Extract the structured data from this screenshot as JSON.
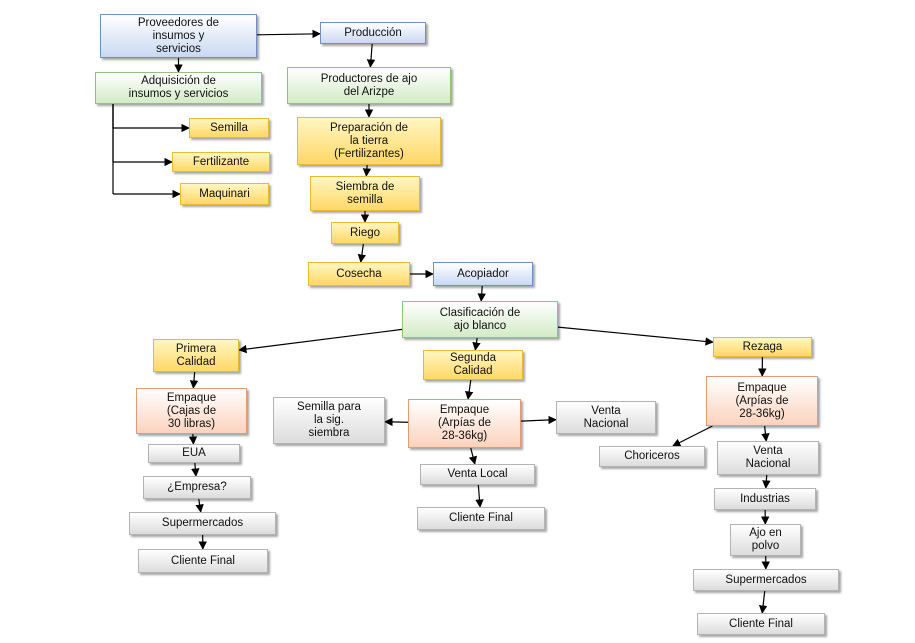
{
  "nodes": {
    "proveedores": {
      "label": "Proveedores de\ninsumos y\nservicios",
      "color": "blue"
    },
    "produccion": {
      "label": "Producción",
      "color": "blue"
    },
    "adquisicion": {
      "label": "Adquisición de\ninsumos y servicios",
      "color": "green"
    },
    "productores": {
      "label": "Productores de ajo\ndel Arizpe",
      "color": "green"
    },
    "semilla": {
      "label": "Semilla",
      "color": "yellow"
    },
    "fertilizante": {
      "label": "Fertilizante",
      "color": "yellow"
    },
    "maquinari": {
      "label": "Maquinari",
      "color": "yellow"
    },
    "preparacion": {
      "label": "Preparación de\nla tierra\n(Fertilizantes)",
      "color": "yellow"
    },
    "siembra": {
      "label": "Siembra de\nsemilla",
      "color": "yellow"
    },
    "riego": {
      "label": "Riego",
      "color": "yellow"
    },
    "cosecha": {
      "label": "Cosecha",
      "color": "yellow"
    },
    "acopiador": {
      "label": "Acopiador",
      "color": "blue"
    },
    "clasificacion": {
      "label": "Clasificación de\najo blanco",
      "color": "green"
    },
    "primera": {
      "label": "Primera\nCalidad",
      "color": "yellow"
    },
    "segunda": {
      "label": "Segunda\nCalidad",
      "color": "yellow"
    },
    "rezaga": {
      "label": "Rezaga",
      "color": "yellow"
    },
    "empaque1": {
      "label": "Empaque\n(Cajas de\n30 libras)",
      "color": "orange"
    },
    "empaque2": {
      "label": "Empaque\n(Arpías de\n28-36kg)",
      "color": "orange"
    },
    "empaque3": {
      "label": "Empaque\n(Arpías de\n28-36kg)",
      "color": "orange"
    },
    "semilla_sig": {
      "label": "Semilla para\nla sig.\nsiembra",
      "color": "gray"
    },
    "venta_nac2": {
      "label": "Venta\nNacional",
      "color": "gray"
    },
    "venta_local": {
      "label": "Venta Local",
      "color": "gray"
    },
    "cliente2": {
      "label": "Cliente Final",
      "color": "gray"
    },
    "eua": {
      "label": "EUA",
      "color": "gray"
    },
    "empresa": {
      "label": "¿Empresa?",
      "color": "gray"
    },
    "super1": {
      "label": "Supermercados",
      "color": "gray"
    },
    "cliente1": {
      "label": "Cliente Final",
      "color": "gray"
    },
    "choriceros": {
      "label": "Choriceros",
      "color": "gray"
    },
    "venta_nac3": {
      "label": "Venta\nNacional",
      "color": "gray"
    },
    "industrias": {
      "label": "Industrias",
      "color": "gray"
    },
    "ajo_polvo": {
      "label": "Ajo en\npolvo",
      "color": "gray"
    },
    "super3": {
      "label": "Supermercados",
      "color": "gray"
    },
    "cliente3": {
      "label": "Cliente Final",
      "color": "gray"
    }
  },
  "edges": [
    [
      "proveedores",
      "produccion"
    ],
    [
      "proveedores",
      "adquisicion"
    ],
    [
      "adquisicion",
      "semilla"
    ],
    [
      "adquisicion",
      "fertilizante"
    ],
    [
      "adquisicion",
      "maquinari"
    ],
    [
      "produccion",
      "productores"
    ],
    [
      "productores",
      "preparacion"
    ],
    [
      "preparacion",
      "siembra"
    ],
    [
      "siembra",
      "riego"
    ],
    [
      "riego",
      "cosecha"
    ],
    [
      "cosecha",
      "acopiador"
    ],
    [
      "acopiador",
      "clasificacion"
    ],
    [
      "clasificacion",
      "primera"
    ],
    [
      "clasificacion",
      "segunda"
    ],
    [
      "clasificacion",
      "rezaga"
    ],
    [
      "primera",
      "empaque1"
    ],
    [
      "empaque1",
      "eua"
    ],
    [
      "eua",
      "empresa"
    ],
    [
      "empresa",
      "super1"
    ],
    [
      "super1",
      "cliente1"
    ],
    [
      "segunda",
      "empaque2"
    ],
    [
      "empaque2",
      "semilla_sig"
    ],
    [
      "empaque2",
      "venta_nac2"
    ],
    [
      "empaque2",
      "venta_local"
    ],
    [
      "venta_local",
      "cliente2"
    ],
    [
      "rezaga",
      "empaque3"
    ],
    [
      "empaque3",
      "choriceros"
    ],
    [
      "empaque3",
      "venta_nac3"
    ],
    [
      "venta_nac3",
      "industrias"
    ],
    [
      "industrias",
      "ajo_polvo"
    ],
    [
      "ajo_polvo",
      "super3"
    ],
    [
      "super3",
      "cliente3"
    ]
  ]
}
